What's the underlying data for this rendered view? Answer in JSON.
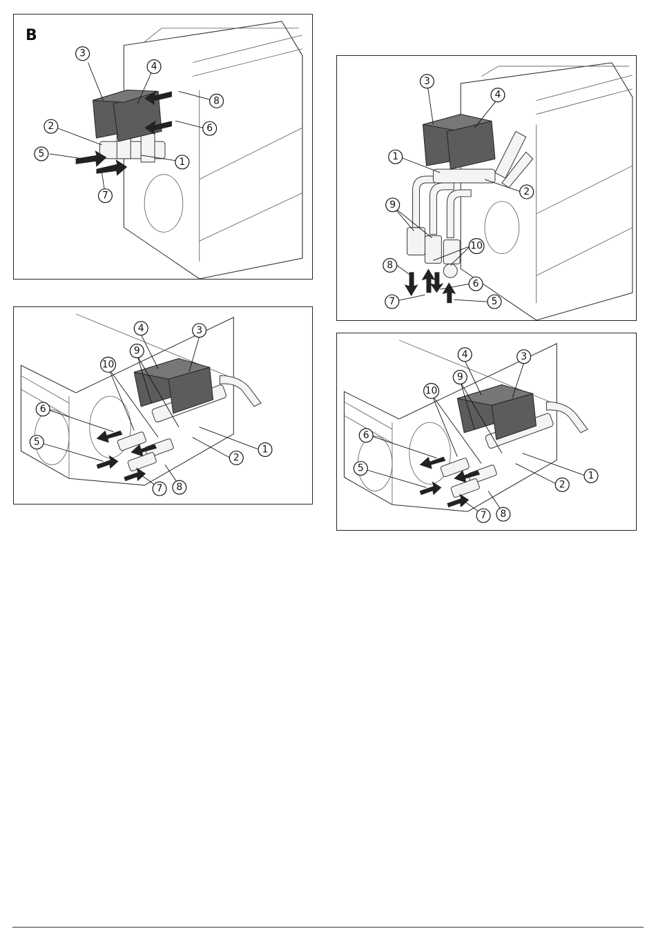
{
  "panels": [
    {
      "id": "top-left",
      "label": "B",
      "callouts": [
        "1",
        "2",
        "3",
        "4",
        "5",
        "6",
        "7",
        "8"
      ]
    },
    {
      "id": "top-right",
      "label": "",
      "callouts": [
        "1",
        "2",
        "3",
        "4",
        "5",
        "6",
        "7",
        "8",
        "9",
        "10"
      ]
    },
    {
      "id": "bottom-left",
      "label": "",
      "callouts": [
        "1",
        "2",
        "3",
        "4",
        "5",
        "6",
        "7",
        "8",
        "9",
        "10"
      ]
    },
    {
      "id": "bottom-right",
      "label": "",
      "callouts": [
        "1",
        "2",
        "3",
        "4",
        "5",
        "6",
        "7",
        "8",
        "9",
        "10"
      ]
    }
  ]
}
